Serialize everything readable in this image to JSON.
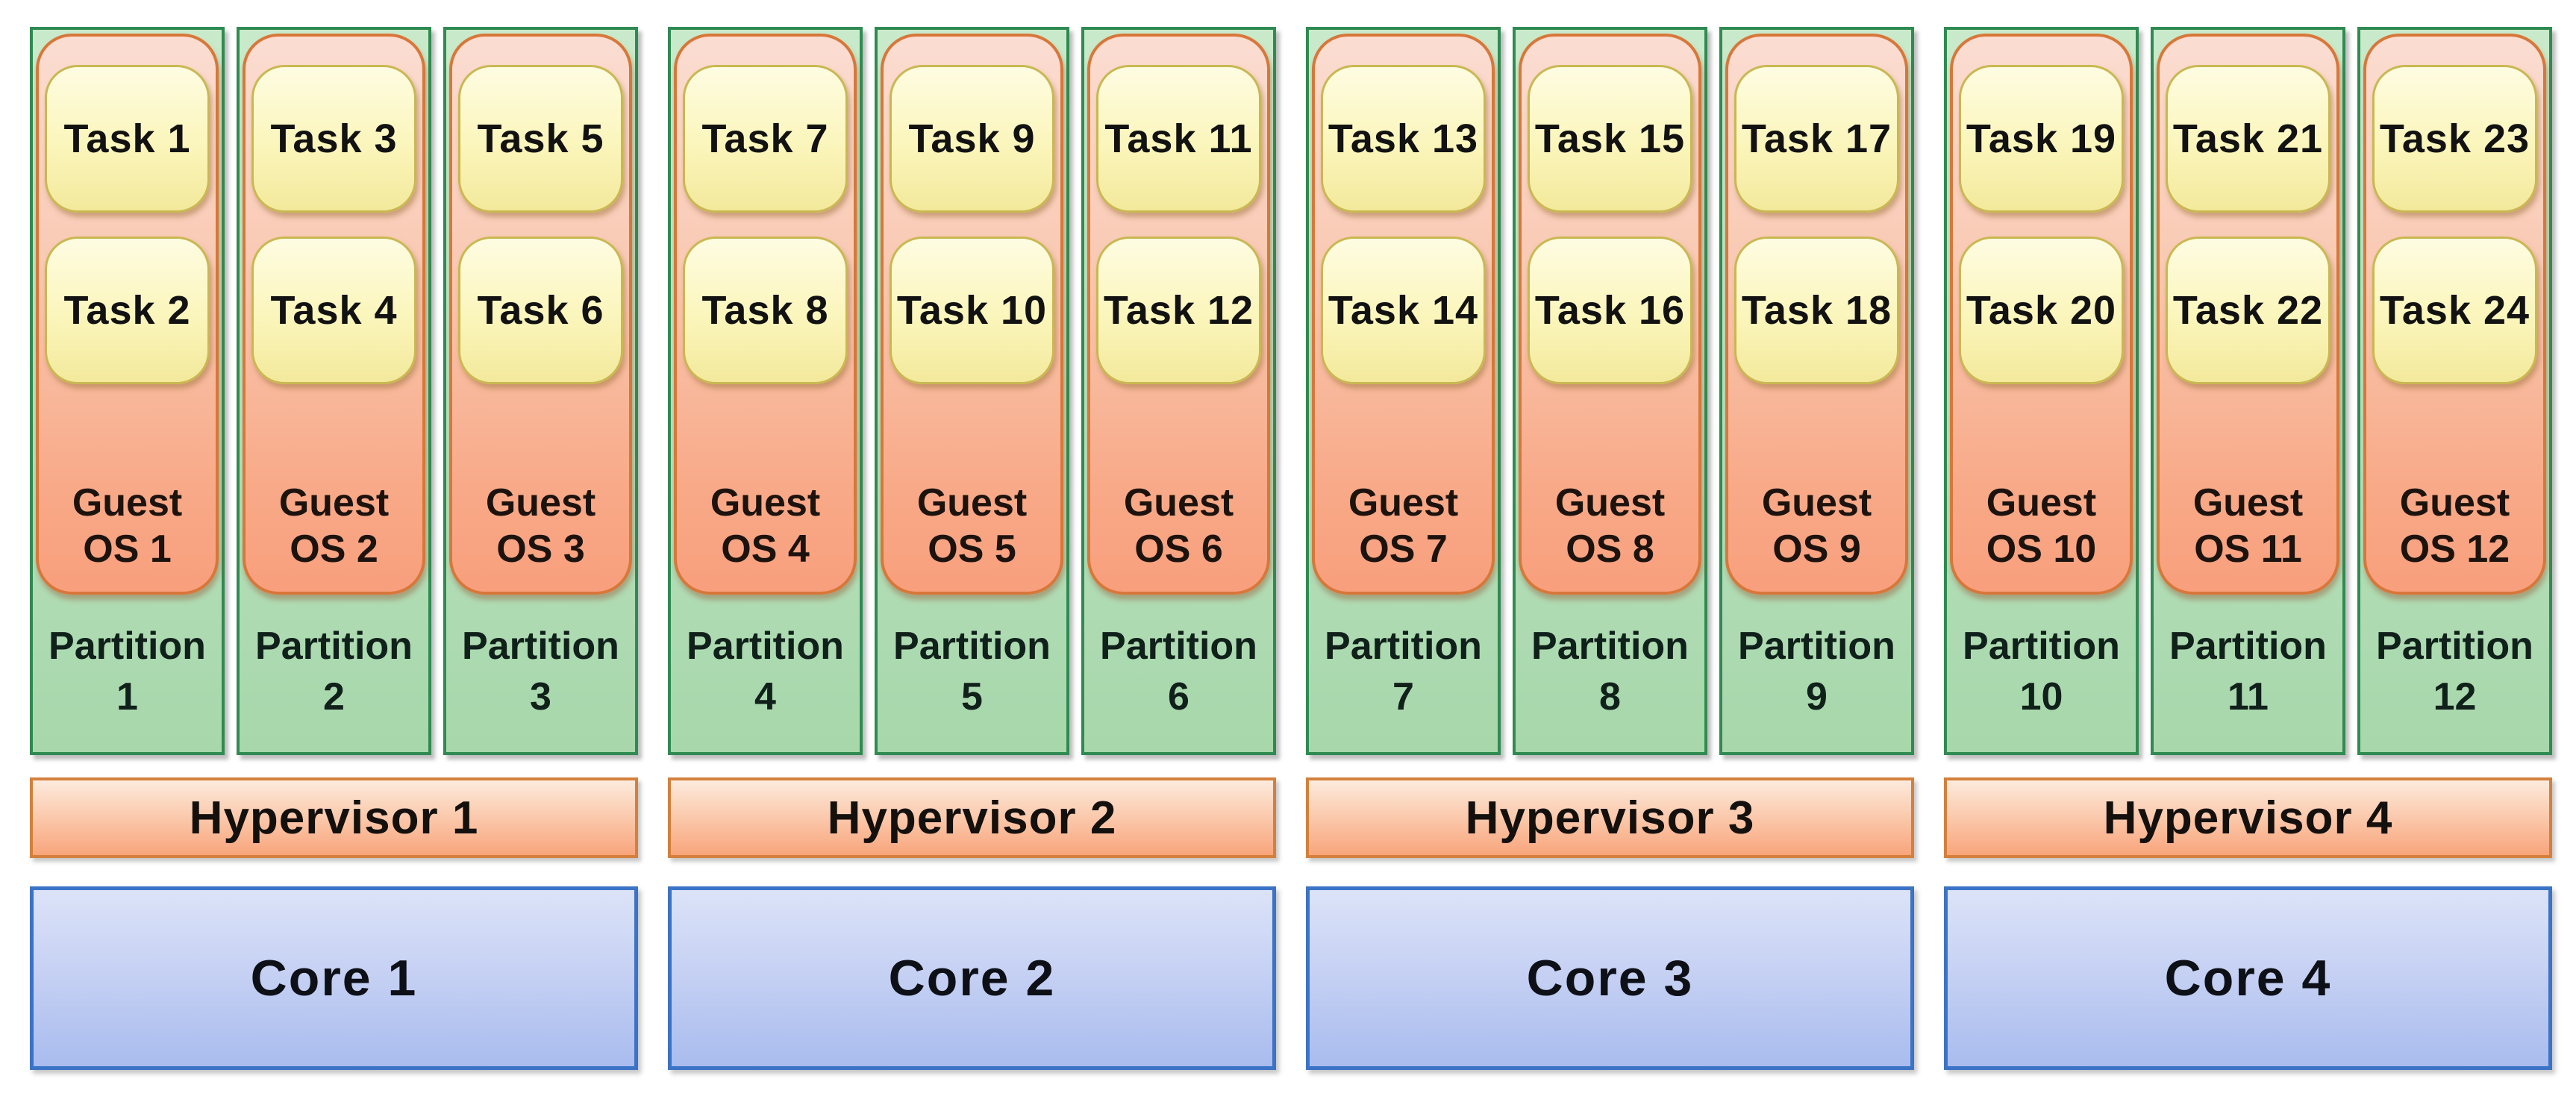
{
  "groups": [
    {
      "hypervisor": "Hypervisor 1",
      "core": "Core 1",
      "partitions": [
        {
          "tasks": [
            "Task 1",
            "Task 2"
          ],
          "guest": [
            "Guest",
            "OS 1"
          ],
          "partition": [
            "Partition",
            "1"
          ]
        },
        {
          "tasks": [
            "Task 3",
            "Task 4"
          ],
          "guest": [
            "Guest",
            "OS 2"
          ],
          "partition": [
            "Partition",
            "2"
          ]
        },
        {
          "tasks": [
            "Task 5",
            "Task 6"
          ],
          "guest": [
            "Guest",
            "OS 3"
          ],
          "partition": [
            "Partition",
            "3"
          ]
        }
      ]
    },
    {
      "hypervisor": "Hypervisor 2",
      "core": "Core 2",
      "partitions": [
        {
          "tasks": [
            "Task 7",
            "Task 8"
          ],
          "guest": [
            "Guest",
            "OS 4"
          ],
          "partition": [
            "Partition",
            "4"
          ]
        },
        {
          "tasks": [
            "Task 9",
            "Task 10"
          ],
          "guest": [
            "Guest",
            "OS 5"
          ],
          "partition": [
            "Partition",
            "5"
          ]
        },
        {
          "tasks": [
            "Task 11",
            "Task 12"
          ],
          "guest": [
            "Guest",
            "OS 6"
          ],
          "partition": [
            "Partition",
            "6"
          ]
        }
      ]
    },
    {
      "hypervisor": "Hypervisor 3",
      "core": "Core 3",
      "partitions": [
        {
          "tasks": [
            "Task 13",
            "Task 14"
          ],
          "guest": [
            "Guest",
            "OS 7"
          ],
          "partition": [
            "Partition",
            "7"
          ]
        },
        {
          "tasks": [
            "Task 15",
            "Task 16"
          ],
          "guest": [
            "Guest",
            "OS 8"
          ],
          "partition": [
            "Partition",
            "8"
          ]
        },
        {
          "tasks": [
            "Task 17",
            "Task 18"
          ],
          "guest": [
            "Guest",
            "OS 9"
          ],
          "partition": [
            "Partition",
            "9"
          ]
        }
      ]
    },
    {
      "hypervisor": "Hypervisor 4",
      "core": "Core 4",
      "partitions": [
        {
          "tasks": [
            "Task 19",
            "Task 20"
          ],
          "guest": [
            "Guest",
            "OS 10"
          ],
          "partition": [
            "Partition",
            "10"
          ]
        },
        {
          "tasks": [
            "Task 21",
            "Task 22"
          ],
          "guest": [
            "Guest",
            "OS 11"
          ],
          "partition": [
            "Partition",
            "11"
          ]
        },
        {
          "tasks": [
            "Task 23",
            "Task 24"
          ],
          "guest": [
            "Guest",
            "OS 12"
          ],
          "partition": [
            "Partition",
            "12"
          ]
        }
      ]
    }
  ],
  "colors": {
    "background": "#ffffff",
    "task_fill_top": "#fefce2",
    "task_fill_bottom": "#f3e99c",
    "task_border": "#c9b851",
    "guest_fill_top": "#fbddd2",
    "guest_fill_bottom": "#f89f7d",
    "guest_border": "#d8773a",
    "partition_fill_top": "#c9eaca",
    "partition_fill_bottom": "#a7d7ab",
    "partition_border": "#2f8b51",
    "hypervisor_fill_top": "#fceadd",
    "hypervisor_fill_bottom": "#f8a57b",
    "hypervisor_border": "#d4803c",
    "core_fill_top": "#dce3f8",
    "core_fill_bottom": "#a9bcee",
    "core_border": "#3b73c6",
    "text": "#121212"
  }
}
